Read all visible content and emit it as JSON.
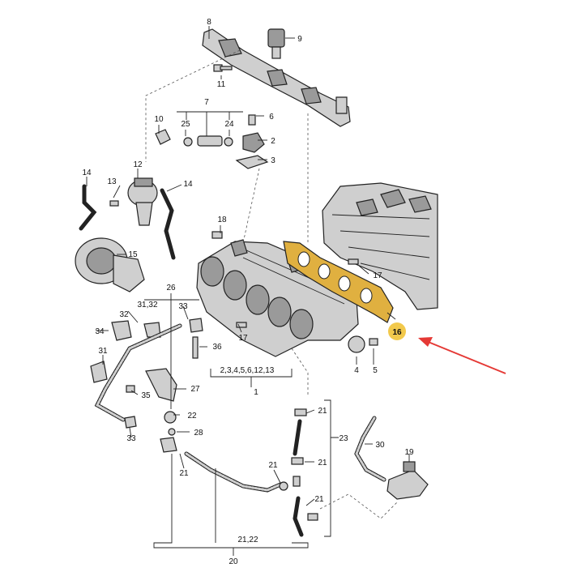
{
  "colors": {
    "highlight": "#f2c94c",
    "arrow": "#e53935",
    "gasket": "#e0b040"
  },
  "labels": {
    "l1": "1",
    "l2": "2",
    "l3": "3",
    "l4": "4",
    "l5": "5",
    "l6": "6",
    "l7": "7",
    "l8": "8",
    "l9": "9",
    "l10": "10",
    "l11": "11",
    "l12": "12",
    "l13": "13",
    "l14a": "14",
    "l14b": "14",
    "l15": "15",
    "l16": "16",
    "l17a": "17",
    "l17b": "17",
    "l18": "18",
    "l19": "19",
    "l20": "20",
    "l2122": "21,22",
    "l21a": "21",
    "l21b": "21",
    "l21c": "21",
    "l21d": "21",
    "l21e": "21",
    "l22": "22",
    "l23": "23",
    "l24": "24",
    "l25": "25",
    "l26": "26",
    "l27": "27",
    "l28": "28",
    "l30": "30",
    "l31": "31",
    "l3132": "31,32",
    "l32": "32",
    "l33a": "33",
    "l33b": "33",
    "l34": "34",
    "l35": "35",
    "l36": "36",
    "lgroup1": "2,3,4,5,6,12,13"
  }
}
